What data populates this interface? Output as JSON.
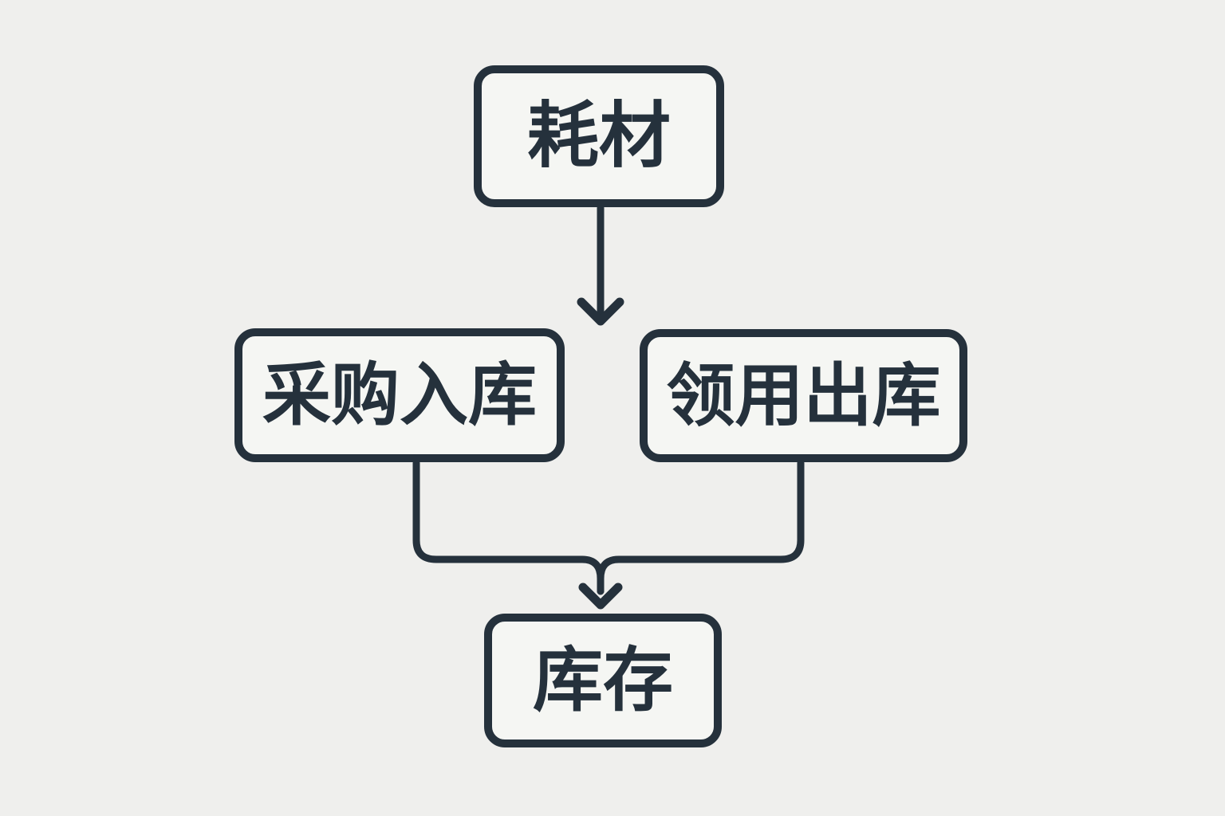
{
  "diagram": {
    "type": "flowchart",
    "colors": {
      "background": "#efefed",
      "node_fill": "#f5f6f3",
      "stroke": "#25313c",
      "text": "#25313c"
    },
    "nodes": [
      {
        "id": "consumables",
        "label": "耗材"
      },
      {
        "id": "purchase-inbound",
        "label": "采购入库"
      },
      {
        "id": "requisition-outbound",
        "label": "领用出库"
      },
      {
        "id": "inventory",
        "label": "库存"
      }
    ],
    "edges": [
      {
        "from": "consumables",
        "to": "purchase-inbound,requisition-outbound",
        "style": "arrow-down"
      },
      {
        "from": "purchase-inbound",
        "to": "inventory",
        "style": "elbow-merge-arrow"
      },
      {
        "from": "requisition-outbound",
        "to": "inventory",
        "style": "elbow-merge-arrow"
      }
    ]
  }
}
